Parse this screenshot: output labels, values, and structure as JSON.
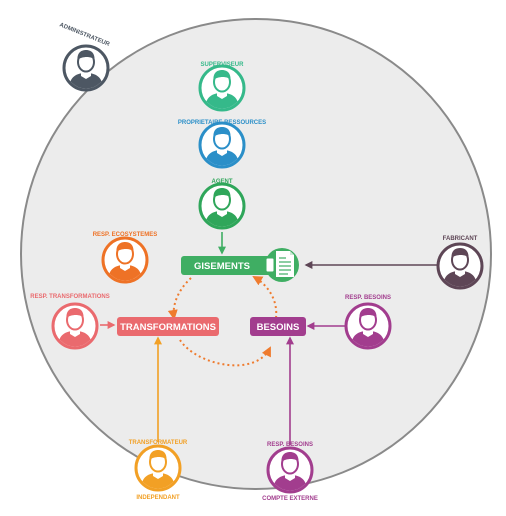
{
  "colors": {
    "circle_fill": "#ececec",
    "circle_stroke": "#8a8a8a",
    "administrateur": "#4d5763",
    "superviseur": "#35b98a",
    "proprietaire": "#2b8fc8",
    "agent": "#2fa65a",
    "ecosystemes": "#ee7226",
    "transformations": "#ea6a6e",
    "besoins": "#a23d8e",
    "fabricant": "#5e4656",
    "independant": "#f2a025",
    "gisements": "#3fae63",
    "cycle": "#ef7b2e"
  },
  "actors": {
    "administrateur": {
      "label": "ADMINISTRATEUR",
      "icon": "person-avatar"
    },
    "superviseur": {
      "label": "SUPERVISEUR",
      "icon": "person-avatar"
    },
    "proprietaire": {
      "label": "PROPRIETAIRE RESSOURCES",
      "icon": "person-avatar"
    },
    "agent": {
      "label": "AGENT",
      "icon": "person-avatar"
    },
    "ecosystemes": {
      "label": "RESP. ECOSYSTEMES",
      "icon": "person-avatar"
    },
    "resp_transformations": {
      "label": "RESP. TRANSFORMATIONS",
      "icon": "person-avatar"
    },
    "resp_besoins": {
      "label": "RESP. BESOINS",
      "icon": "person-avatar"
    },
    "fabricant": {
      "label": "FABRICANT",
      "icon": "person-avatar"
    },
    "independant": {
      "label_top": "TRANSFORMATEUR",
      "label_bottom": "INDEPENDANT",
      "icon": "person-avatar"
    },
    "externe": {
      "label_top": "RESP. BESOINS",
      "label_bottom": "COMPTE EXTERNE",
      "icon": "person-avatar"
    }
  },
  "boxes": {
    "gisements": "GISEMENTS",
    "transformations": "TRANSFORMATIONS",
    "besoins": "BESOINS"
  },
  "icons": {
    "document": "document-icon"
  }
}
